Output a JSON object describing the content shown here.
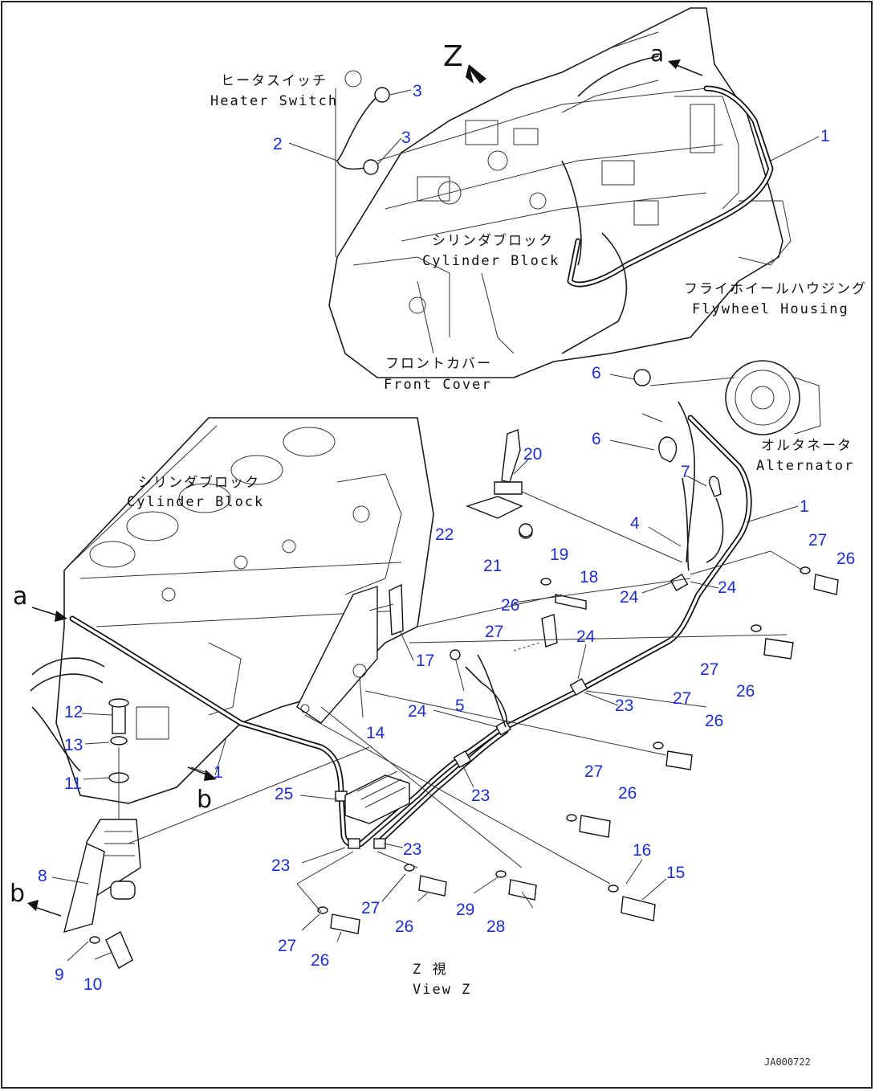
{
  "labels": {
    "heater_switch_jp": "ヒータスイッチ",
    "heater_switch_en": "Heater Switch",
    "cylinder_block_jp": "シリンダブロック",
    "cylinder_block_en": "Cylinder Block",
    "flywheel_housing_jp": "フライホイールハウジング",
    "flywheel_housing_en": "Flywheel Housing",
    "front_cover_jp": "フロントカバー",
    "front_cover_en": "Front Cover",
    "alternator_jp": "オルタネータ",
    "alternator_en": "Alternator",
    "view_z_jp": "Z 視",
    "view_z_en": "View Z",
    "z_marker": "Z",
    "ref_a": "a",
    "ref_b": "b",
    "drawing_code": "JA000722"
  },
  "part_numbers": [
    "1",
    "2",
    "3",
    "4",
    "5",
    "6",
    "7",
    "8",
    "9",
    "10",
    "11",
    "12",
    "13",
    "14",
    "15",
    "16",
    "17",
    "18",
    "19",
    "20",
    "21",
    "22",
    "23",
    "24",
    "25",
    "26",
    "27",
    "28",
    "29"
  ]
}
